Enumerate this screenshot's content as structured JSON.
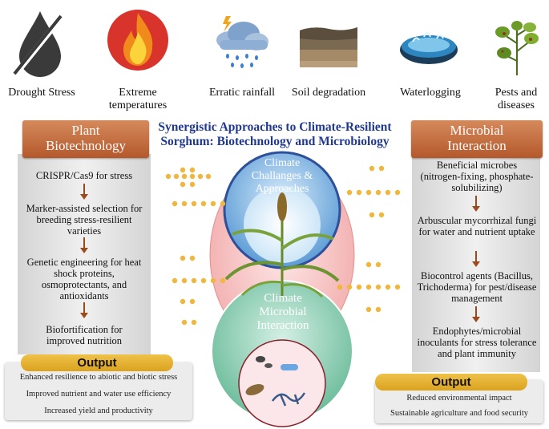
{
  "stresses": [
    {
      "label": "Drought Stress",
      "icon": "drought-icon"
    },
    {
      "label": "Extreme temperatures",
      "icon": "fire-icon"
    },
    {
      "label": "Erratic rainfall",
      "icon": "storm-cloud-icon"
    },
    {
      "label": "Soil degradation",
      "icon": "soil-icon"
    },
    {
      "label": "Waterlogging",
      "icon": "waterlogging-icon"
    },
    {
      "label": "Pests and diseases",
      "icon": "pest-leaf-icon"
    }
  ],
  "title": "Synergistic Approaches to Climate-Resilient Sorghum: Biotechnology and Microbiology",
  "title_line1": "Synergistic Approaches to Climate-Resilient",
  "title_line2": "Sorghum: Biotechnology and Microbiology",
  "left": {
    "header_line1": "Plant",
    "header_line2": "Biotechnology",
    "items": [
      "CRISPR/Cas9 for stress",
      "Marker-assisted selection for breeding stress-resilient varieties",
      "Genetic engineering for heat shock proteins, osmoprotectants, and antioxidants",
      "Biofortification for improved nutrition"
    ],
    "output_label": "Output",
    "outputs": [
      "Enhanced resilience to abiotic and biotic stress",
      "Improved nutrient and water use efficiency",
      "Increased yield and productivity"
    ]
  },
  "right": {
    "header_line1": "Microbial",
    "header_line2": "Interaction",
    "items": [
      "Beneficial microbes (nitrogen-fixing, phosphate-solubilizing)",
      "Arbuscular mycorrhizal fungi for water and nutrient uptake",
      "Biocontrol agents (Bacillus, Trichoderma) for pest/disease management",
      "Endophytes/microbial inoculants for stress tolerance and plant immunity"
    ],
    "output_label": "Output",
    "outputs": [
      "Reduced environmental impact",
      "Sustainable agriculture and food security"
    ]
  },
  "center": {
    "top_circle_label": "Climate Challanges & Approaches",
    "bottom_circle_label": "Climate Microbial Interaction"
  },
  "colors": {
    "header_brown": "#b4582c",
    "title_blue": "#20398f",
    "output_gold": "#dba21e",
    "dot_orange": "#f1b73c",
    "top_circle": "#5b9bd5",
    "bottom_circle": "#7cc3a6",
    "pink_oval": "#f4b7b7"
  }
}
